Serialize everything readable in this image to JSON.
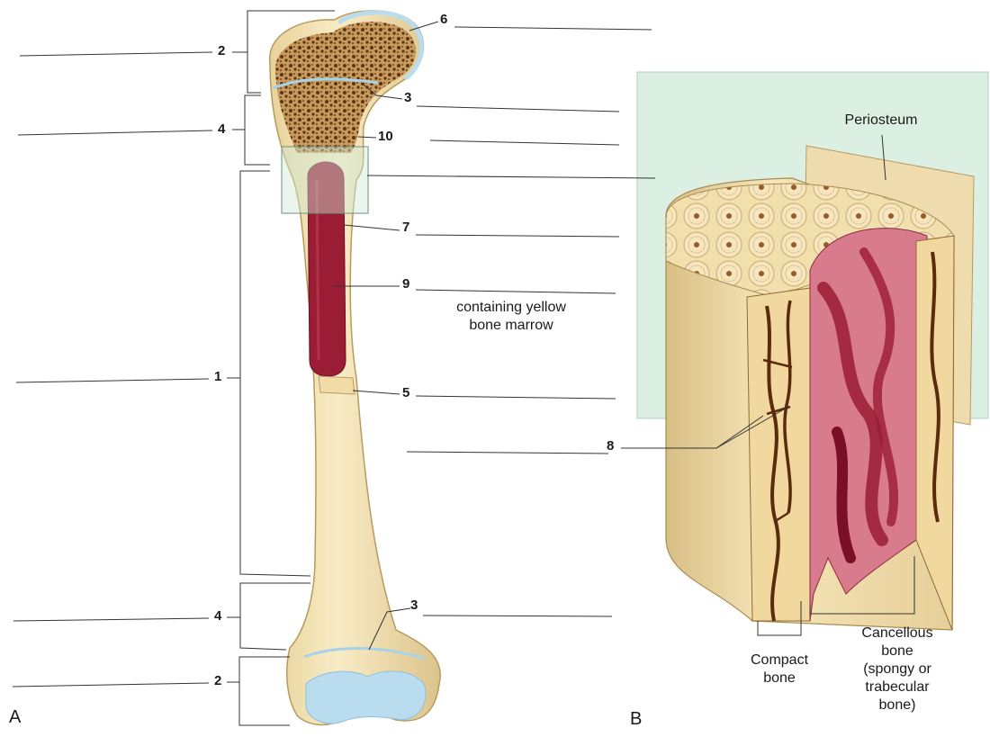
{
  "panels": {
    "a": "A",
    "b": "B"
  },
  "numbers": {
    "n1": "1",
    "n2_top": "2",
    "n2_bottom": "2",
    "n3_top": "3",
    "n3_bottom": "3",
    "n4_top": "4",
    "n4_bottom": "4",
    "n5": "5",
    "n6": "6",
    "n7": "7",
    "n8": "8",
    "n9": "9",
    "n10": "10"
  },
  "captions": {
    "marrow_line1": "containing yellow",
    "marrow_line2": "bone marrow",
    "periosteum": "Periosteum",
    "compact_line1": "Compact",
    "compact_line2": "bone",
    "cancellous_line1": "Cancellous",
    "cancellous_line2": "bone",
    "cancellous_line3": "(spongy or",
    "cancellous_line4": "trabecular",
    "cancellous_line5": "bone)"
  },
  "colors": {
    "bone": "#f3e3b6",
    "bone_shadow": "#d9c28a",
    "spongy": "#8a5a2e",
    "marrow_red": "#9b1c35",
    "cartilage": "#b9dcef",
    "inset_green": "#dcefe3",
    "periosteum": "#efdcae",
    "cancellous_pink": "#d77b8d"
  }
}
